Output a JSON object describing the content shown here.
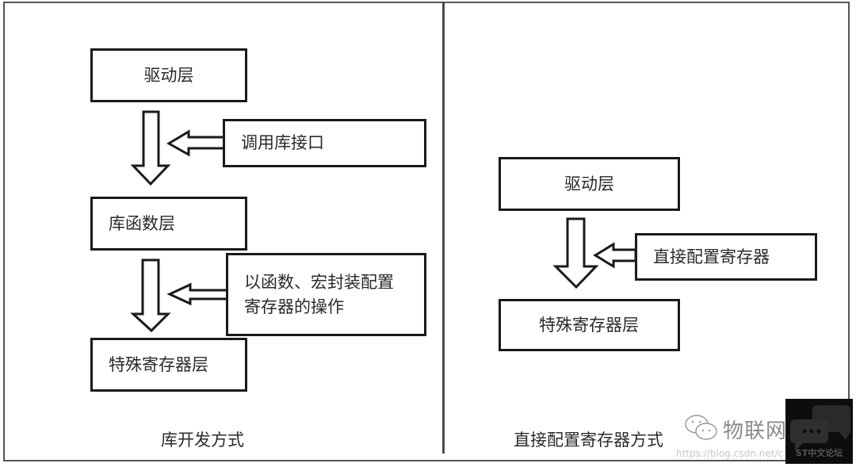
{
  "left_panel": {
    "caption": "库开发方式",
    "layers": [
      {
        "label": "驱动层"
      },
      {
        "label": "库函数层"
      },
      {
        "label": "特殊寄存器层"
      }
    ],
    "notes": [
      {
        "label": "调用库接口"
      },
      {
        "label": "以函数、宏封装配置\n寄存器的操作"
      }
    ]
  },
  "right_panel": {
    "caption": "直接配置寄存器方式",
    "layers": [
      {
        "label": "驱动层"
      },
      {
        "label": "特殊寄存器层"
      }
    ],
    "notes": [
      {
        "label": "直接配置寄存器"
      }
    ]
  },
  "watermark": {
    "channel_name": "物联网",
    "url": "https://blog.csdn.net/c",
    "badge_label": "ST中文论坛",
    "icon": "wechat-icon",
    "badge_icon": "chat-bubbles-icon"
  },
  "colors": {
    "stroke": "#1a1a1a",
    "frame": "#555555",
    "badge_bg": "#0d0d0d"
  }
}
